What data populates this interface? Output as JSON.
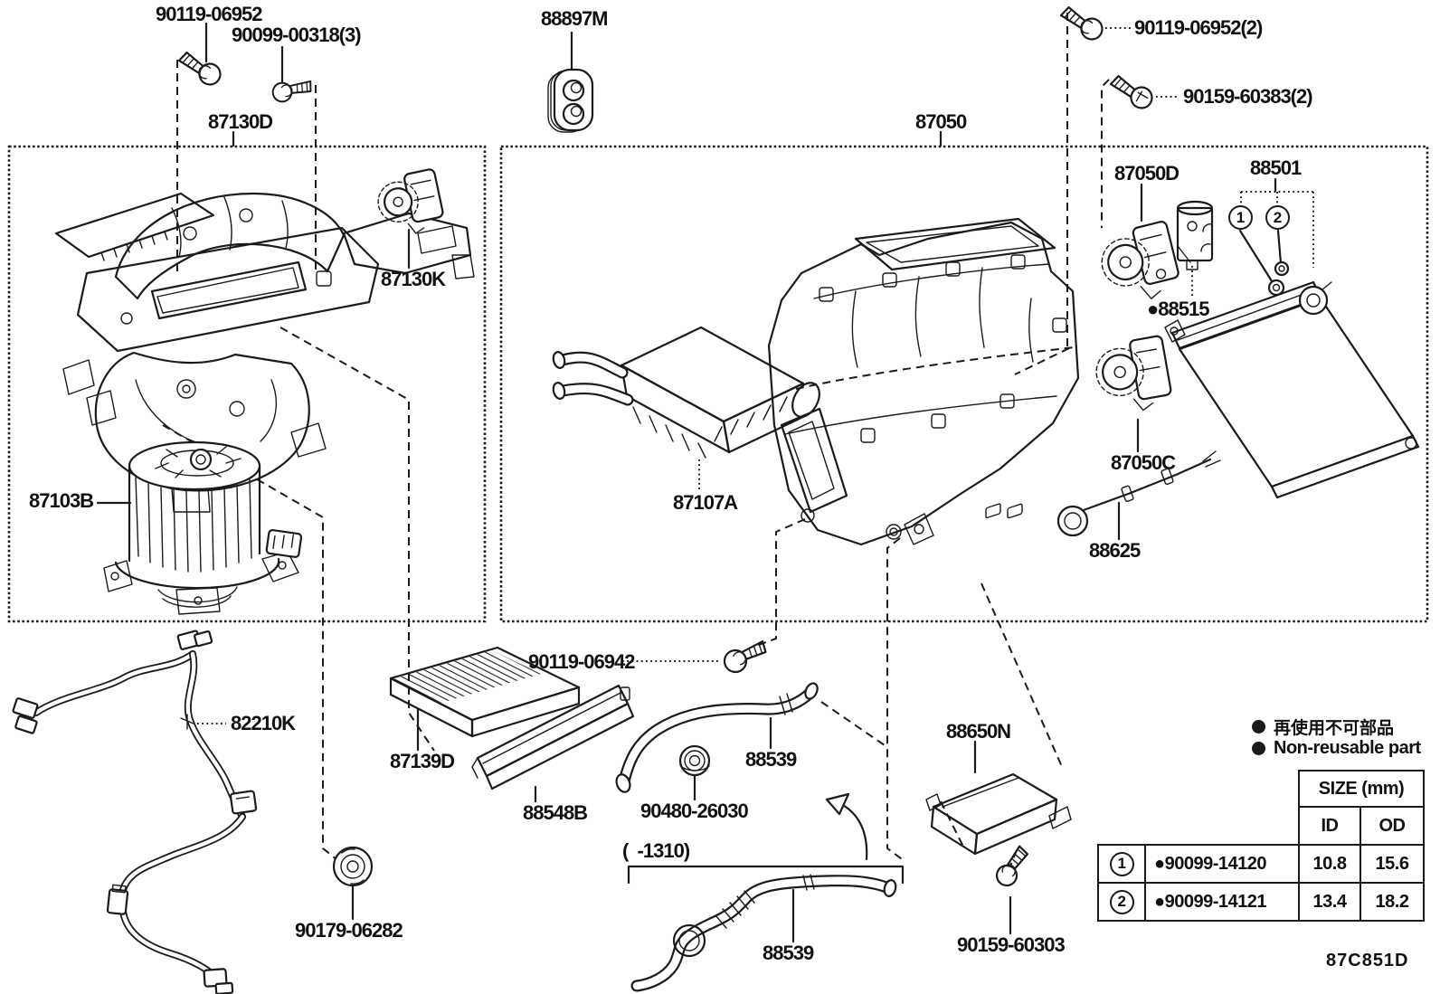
{
  "figure": {
    "code": "87C851D"
  },
  "boxes": {
    "blower": "87130D",
    "ac_unit": "87050"
  },
  "callouts": {
    "screw_90119_06952": "90119-06952",
    "screw_90099_00318": "90099-00318(3)",
    "grommet_88897m": "88897M",
    "screw_90119_06952_2": "90119-06952(2)",
    "screw_90159_60383": "90159-60383(2)",
    "servo_87130k": "87130K",
    "blower_motor_87103b": "87103B",
    "heater_core_87107a": "87107A",
    "servo_87050d": "87050D",
    "orings_88501": "88501",
    "valve_88515": "●88515",
    "servo_87050c": "87050C",
    "thermistor_88625": "88625",
    "harness_82210k": "82210K",
    "grommet_90179_06282": "90179-06282",
    "filter_87139d": "87139D",
    "cover_88548b": "88548B",
    "screw_90119_06942": "90119-06942",
    "grommet_90480_26030": "90480-26030",
    "hose_88539_upper": "88539",
    "hose_88539_lower": "88539",
    "hose_length_note": "(  -1310)",
    "amplifier_88650n": "88650N",
    "screw_90159_60303": "90159-60303",
    "ref_1": "1",
    "ref_2": "2"
  },
  "legend": {
    "jp": "再使用不可部品",
    "en": "Non-reusable part"
  },
  "size_table": {
    "header": "SIZE (mm)",
    "col_id": "ID",
    "col_od": "OD",
    "rows": [
      {
        "ref": "1",
        "part": "●90099-14120",
        "id": "10.8",
        "od": "15.6"
      },
      {
        "ref": "2",
        "part": "●90099-14121",
        "id": "13.4",
        "od": "18.2"
      }
    ]
  }
}
